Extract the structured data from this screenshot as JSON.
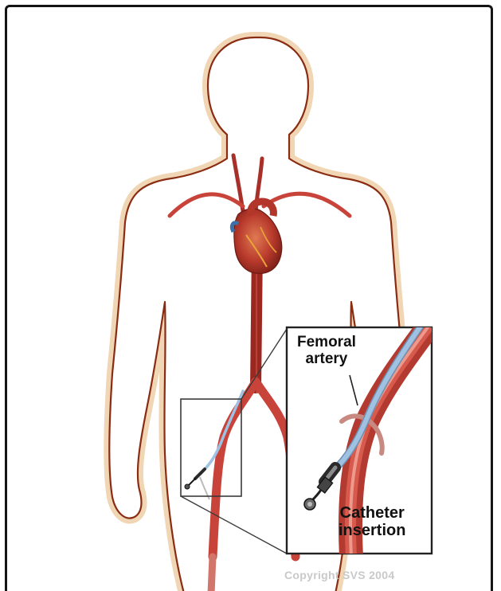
{
  "labels": {
    "femoral_line1": "Femoral",
    "femoral_line2": "artery",
    "catheter_line1": "Catheter",
    "catheter_line2": "insertion"
  },
  "copyright": "Copyright SVS 2004",
  "colors": {
    "frame": "#141414",
    "body_outline": "#8a2c12",
    "body_glow": "#f2dcc0",
    "artery": "#c8433a",
    "artery_dark": "#9a2820",
    "heart": "#b83a2c",
    "catheter": "#9fc2e3",
    "copyright": "#c9c9c9"
  },
  "icons": [
    "heart-icon",
    "catheter-sheath-icon"
  ]
}
